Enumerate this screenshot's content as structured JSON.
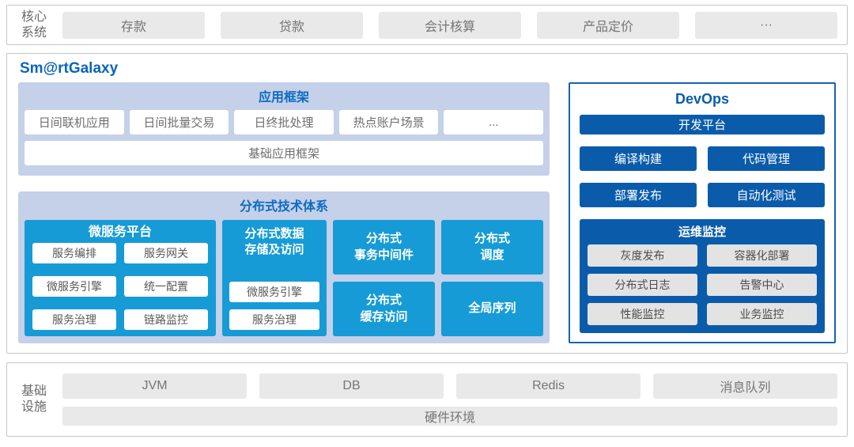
{
  "colors": {
    "accent_blue_text": "#0d6cc1",
    "smart_title_blue": "#0a64bd",
    "cyan": "#169bd7",
    "dark_blue": "#0a5cab",
    "devops_border": "#1565af",
    "lavender_panel": "#c5d0e9",
    "gray_box": "#e9e9e9",
    "gray_chip": "#e3e3e3",
    "section_border": "#c6c6c6"
  },
  "core_systems": {
    "label": "核心\n系统",
    "items": [
      "存款",
      "贷款",
      "会计核算",
      "产品定价",
      "···"
    ]
  },
  "smart_galaxy": {
    "title": "Sm@rtGalaxy",
    "app_framework": {
      "title": "应用框架",
      "items": [
        "日间联机应用",
        "日间批量交易",
        "日终批处理",
        "热点账户场景",
        "..."
      ],
      "base_item": "基础应用框架"
    },
    "distributed": {
      "title": "分布式技术体系",
      "microservice_platform": {
        "title": "微服务平台",
        "items": [
          "服务编排",
          "服务网关",
          "微服务引擎",
          "统一配置",
          "服务治理",
          "链路监控"
        ]
      },
      "data_storage": {
        "title": "分布式数据\n存储及访问",
        "items": [
          "微服务引擎",
          "服务治理"
        ]
      },
      "blocks": {
        "transaction_middleware": "分布式\n事务中间件",
        "scheduling": "分布式\n调度",
        "cache_access": "分布式\n缓存访问",
        "global_sequence": "全局序列"
      }
    },
    "devops": {
      "title": "DevOps",
      "dev_platform": "开发平台",
      "tools": [
        "编译构建",
        "代码管理",
        "部署发布",
        "自动化测试"
      ],
      "monitoring": {
        "title": "运维监控",
        "items": [
          "灰度发布",
          "容器化部署",
          "分布式日志",
          "告警中心",
          "性能监控",
          "业务监控"
        ]
      }
    }
  },
  "infrastructure": {
    "label": "基础\n设施",
    "items": [
      "JVM",
      "DB",
      "Redis",
      "消息队列"
    ],
    "base_item": "硬件环境"
  }
}
